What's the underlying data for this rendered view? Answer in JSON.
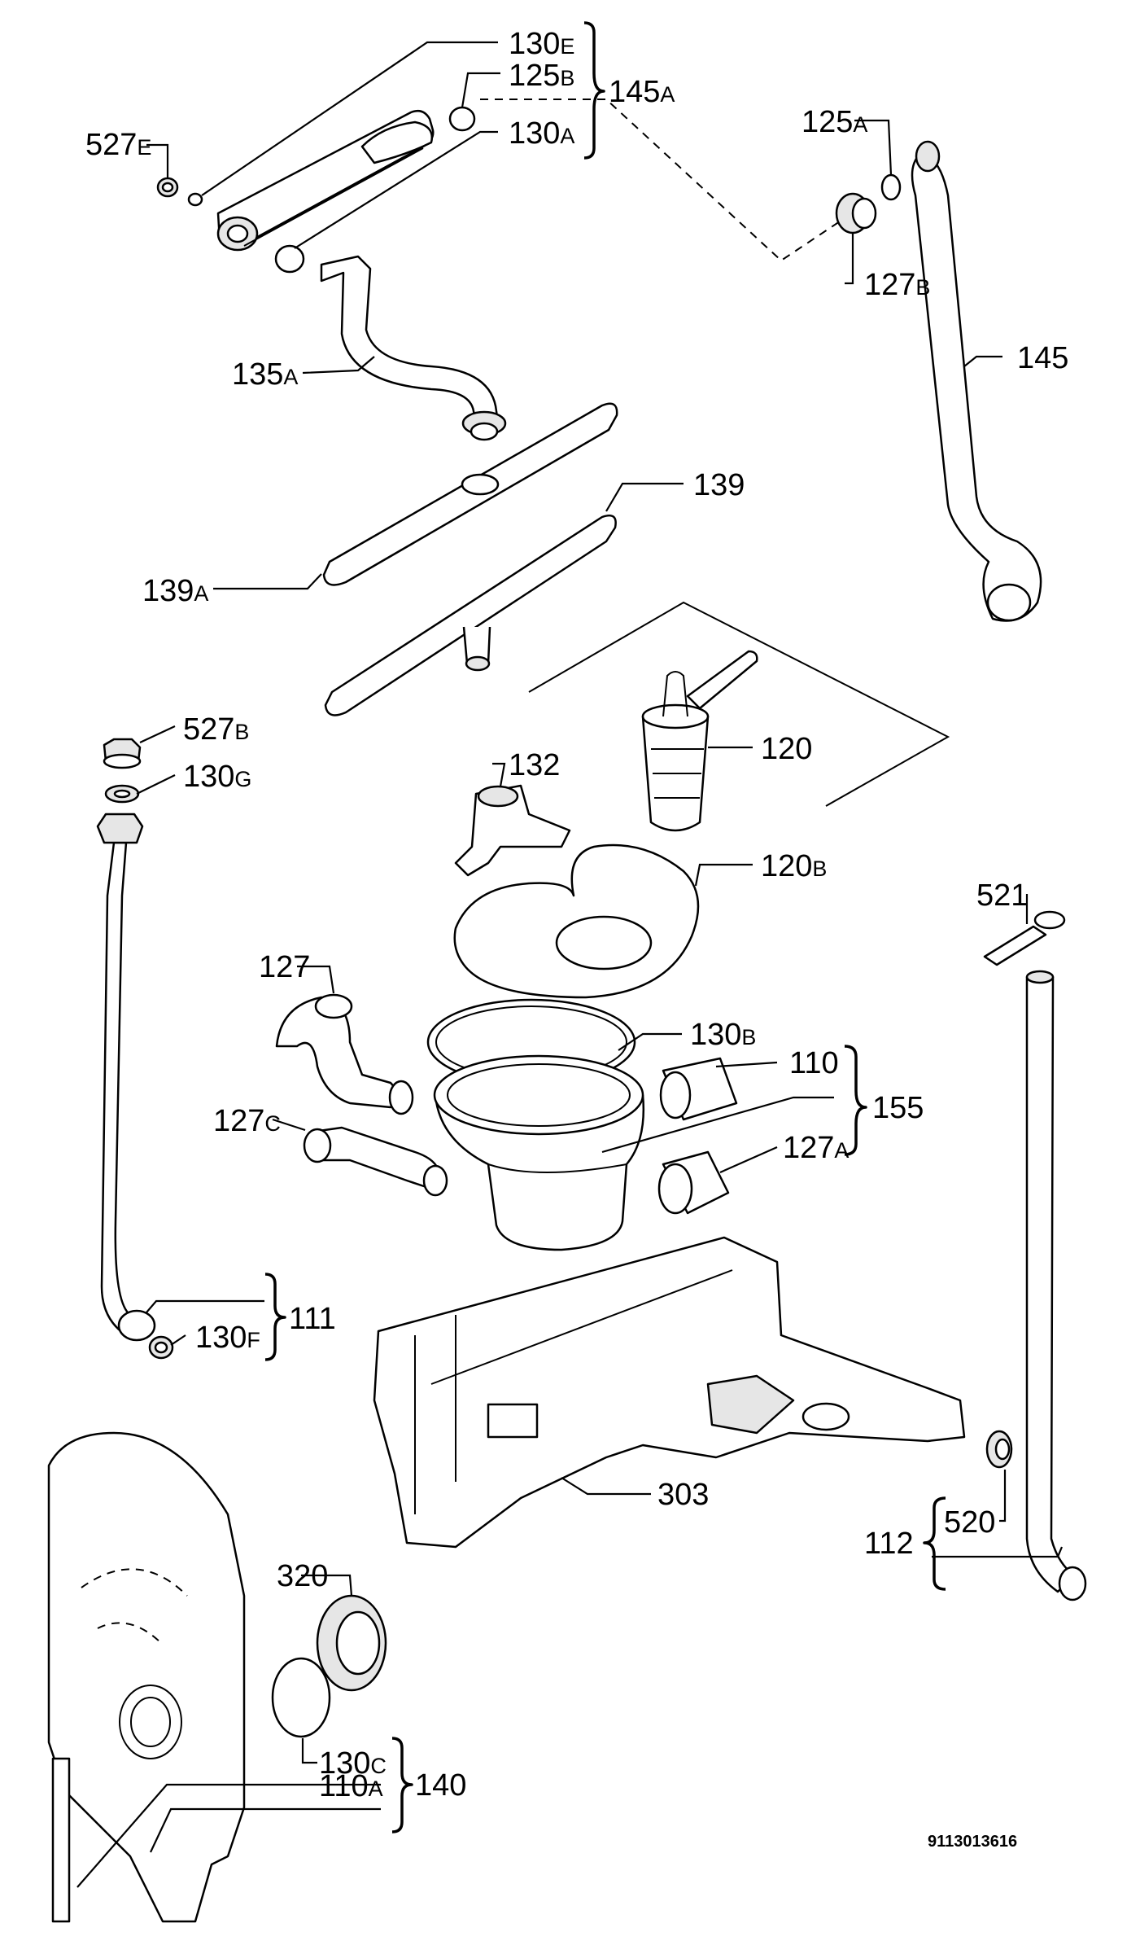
{
  "diagram_code": "9113013616",
  "labels": [
    {
      "id": "130E",
      "main": "130",
      "sub": "E"
    },
    {
      "id": "125B",
      "main": "125",
      "sub": "B"
    },
    {
      "id": "130A",
      "main": "130",
      "sub": "A"
    },
    {
      "id": "145A",
      "main": "145",
      "sub": "A"
    },
    {
      "id": "527E",
      "main": "527",
      "sub": "E"
    },
    {
      "id": "125A",
      "main": "125",
      "sub": "A"
    },
    {
      "id": "127B",
      "main": "127",
      "sub": "B"
    },
    {
      "id": "145",
      "main": "145",
      "sub": ""
    },
    {
      "id": "135A",
      "main": "135",
      "sub": "A"
    },
    {
      "id": "139",
      "main": "139",
      "sub": ""
    },
    {
      "id": "139A",
      "main": "139",
      "sub": "A"
    },
    {
      "id": "527B",
      "main": "527",
      "sub": "B"
    },
    {
      "id": "130G",
      "main": "130",
      "sub": "G"
    },
    {
      "id": "132",
      "main": "132",
      "sub": ""
    },
    {
      "id": "120",
      "main": "120",
      "sub": ""
    },
    {
      "id": "120B",
      "main": "120",
      "sub": "B"
    },
    {
      "id": "521",
      "main": "521",
      "sub": ""
    },
    {
      "id": "127",
      "main": "127",
      "sub": ""
    },
    {
      "id": "130B",
      "main": "130",
      "sub": "B"
    },
    {
      "id": "110",
      "main": "110",
      "sub": ""
    },
    {
      "id": "155",
      "main": "155",
      "sub": ""
    },
    {
      "id": "127C",
      "main": "127",
      "sub": "C"
    },
    {
      "id": "127A",
      "main": "127",
      "sub": "A"
    },
    {
      "id": "111",
      "main": "111",
      "sub": ""
    },
    {
      "id": "130F",
      "main": "130",
      "sub": "F"
    },
    {
      "id": "303",
      "main": "303",
      "sub": ""
    },
    {
      "id": "520",
      "main": "520",
      "sub": ""
    },
    {
      "id": "112",
      "main": "112",
      "sub": ""
    },
    {
      "id": "320",
      "main": "320",
      "sub": ""
    },
    {
      "id": "130C",
      "main": "130",
      "sub": "C"
    },
    {
      "id": "140",
      "main": "140",
      "sub": ""
    },
    {
      "id": "110A",
      "main": "110",
      "sub": "A"
    }
  ]
}
